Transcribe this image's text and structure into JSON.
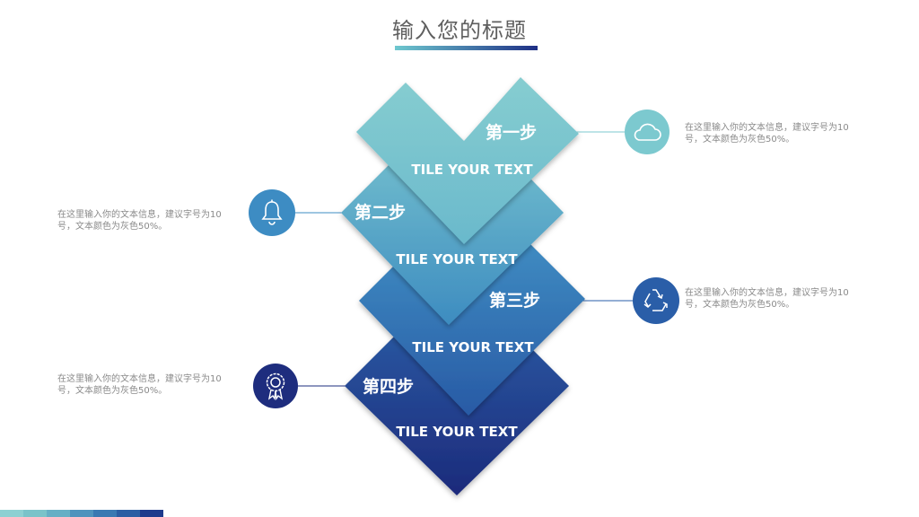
{
  "title": "输入您的标题",
  "steps": [
    {
      "label": "第一步",
      "subtitle": "TILE YOUR TEXT",
      "description": "在这里输入你的文本信息，建议字号为10号，文本颜色为灰色50%。",
      "icon": "cloud-icon",
      "color": "#7cc9cf"
    },
    {
      "label": "第二步",
      "subtitle": "TILE YOUR TEXT",
      "description": "在这里输入你的文本信息，建议字号为10号，文本颜色为灰色50%。",
      "icon": "bell-icon",
      "color": "#3d8cc3"
    },
    {
      "label": "第三步",
      "subtitle": "TILE YOUR TEXT",
      "description": "在这里输入你的文本信息，建议字号为10号，文本颜色为灰色50%。",
      "icon": "recycle-icon",
      "color": "#2a5ea8"
    },
    {
      "label": "第四步",
      "subtitle": "TILE YOUR TEXT",
      "description": "在这里输入你的文本信息，建议字号为10号，文本颜色为灰色50%。",
      "icon": "award-badge-icon",
      "color": "#1e2d7e"
    }
  ],
  "footer_colors": [
    "#8dd0d2",
    "#7ac3c9",
    "#66afc5",
    "#4f93bd",
    "#3a79b2",
    "#2b5ea3",
    "#1e3a8c"
  ]
}
